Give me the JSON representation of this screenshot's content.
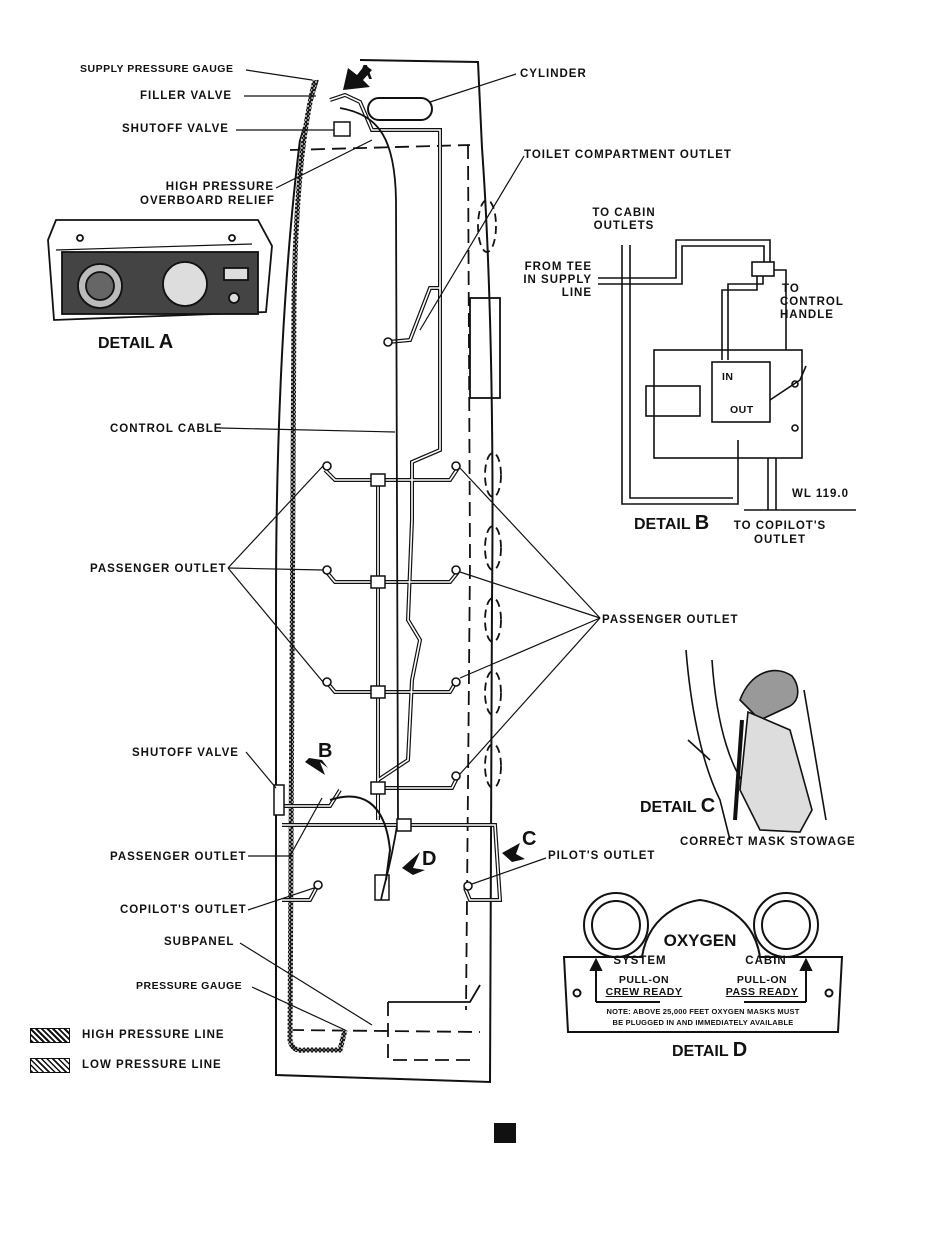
{
  "labels": {
    "supply_pressure_gauge": "SUPPLY PRESSURE GAUGE",
    "filler_valve": "FILLER VALVE",
    "shutoff_valve_top": "SHUTOFF VALVE",
    "high_pressure_relief_1": "HIGH PRESSURE",
    "high_pressure_relief_2": "OVERBOARD RELIEF",
    "cylinder": "CYLINDER",
    "toilet_outlet": "TOILET COMPARTMENT OUTLET",
    "control_cable": "CONTROL CABLE",
    "passenger_outlet_left": "PASSENGER OUTLET",
    "passenger_outlet_right": "PASSENGER OUTLET",
    "shutoff_valve_bottom": "SHUTOFF VALVE",
    "passenger_outlet_bottom": "PASSENGER OUTLET",
    "pilots_outlet": "PILOT'S OUTLET",
    "copilots_outlet": "COPILOT'S OUTLET",
    "subpanel": "SUBPANEL",
    "pressure_gauge": "PRESSURE GAUGE",
    "correct_mask_stowage": "CORRECT MASK STOWAGE"
  },
  "callouts": {
    "a": "A",
    "b": "B",
    "c": "C",
    "d": "D"
  },
  "details": {
    "a": {
      "word": "DETAIL",
      "letter": "A"
    },
    "b": {
      "word": "DETAIL",
      "letter": "B"
    },
    "c": {
      "word": "DETAIL",
      "letter": "C"
    },
    "d": {
      "word": "DETAIL",
      "letter": "D"
    }
  },
  "detail_b": {
    "to_cabin_1": "TO CABIN",
    "to_cabin_2": "OUTLETS",
    "from_tee_1": "FROM TEE",
    "from_tee_2": "IN SUPPLY",
    "from_tee_3": "LINE",
    "to_control_1": "TO",
    "to_control_2": "CONTROL",
    "to_control_3": "HANDLE",
    "in": "IN",
    "out": "OUT",
    "wl": "WL 119.0",
    "to_copilot_1": "TO COPILOT'S",
    "to_copilot_2": "OUTLET"
  },
  "detail_d": {
    "title": "OXYGEN",
    "system": "SYSTEM",
    "cabin": "CABIN",
    "pull_on_left": "PULL-ON",
    "crew_ready": "CREW READY",
    "pull_on_right": "PULL-ON",
    "pass_ready": "PASS READY",
    "note_1": "NOTE: ABOVE 25,000 FEET OXYGEN MASKS MUST",
    "note_2": "BE PLUGGED IN AND IMMEDIATELY AVAILABLE"
  },
  "legend": {
    "high": "HIGH PRESSURE LINE",
    "low": "LOW PRESSURE LINE"
  }
}
